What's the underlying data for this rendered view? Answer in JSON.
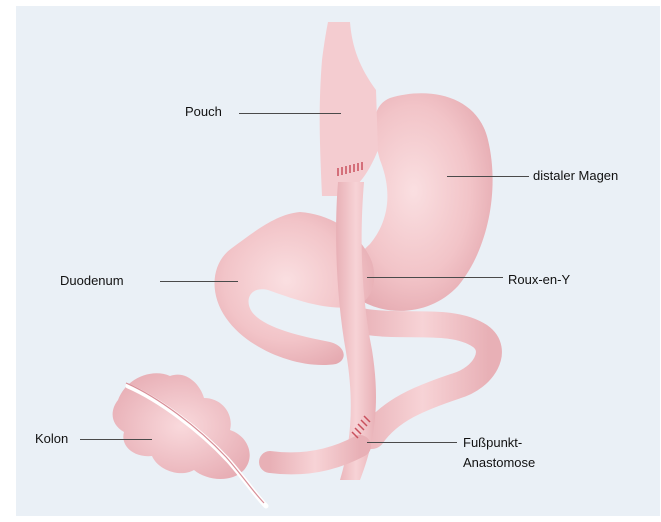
{
  "labels": {
    "pouch": "Pouch",
    "distal_stomach": "distaler Magen",
    "duodenum": "Duodenum",
    "roux_en_y": "Roux-en-Y",
    "colon": "Kolon",
    "anastomosis_line1": "Fußpunkt-",
    "anastomosis_line2": "Anastomose"
  },
  "colors": {
    "background": "#eaf0f6",
    "tissue": "#f2c4c8",
    "tissue_shadow": "#e3a6ad",
    "tissue_highlight": "#fadfe1",
    "suture": "#c9505d",
    "leader_line": "#4a4a4a"
  }
}
